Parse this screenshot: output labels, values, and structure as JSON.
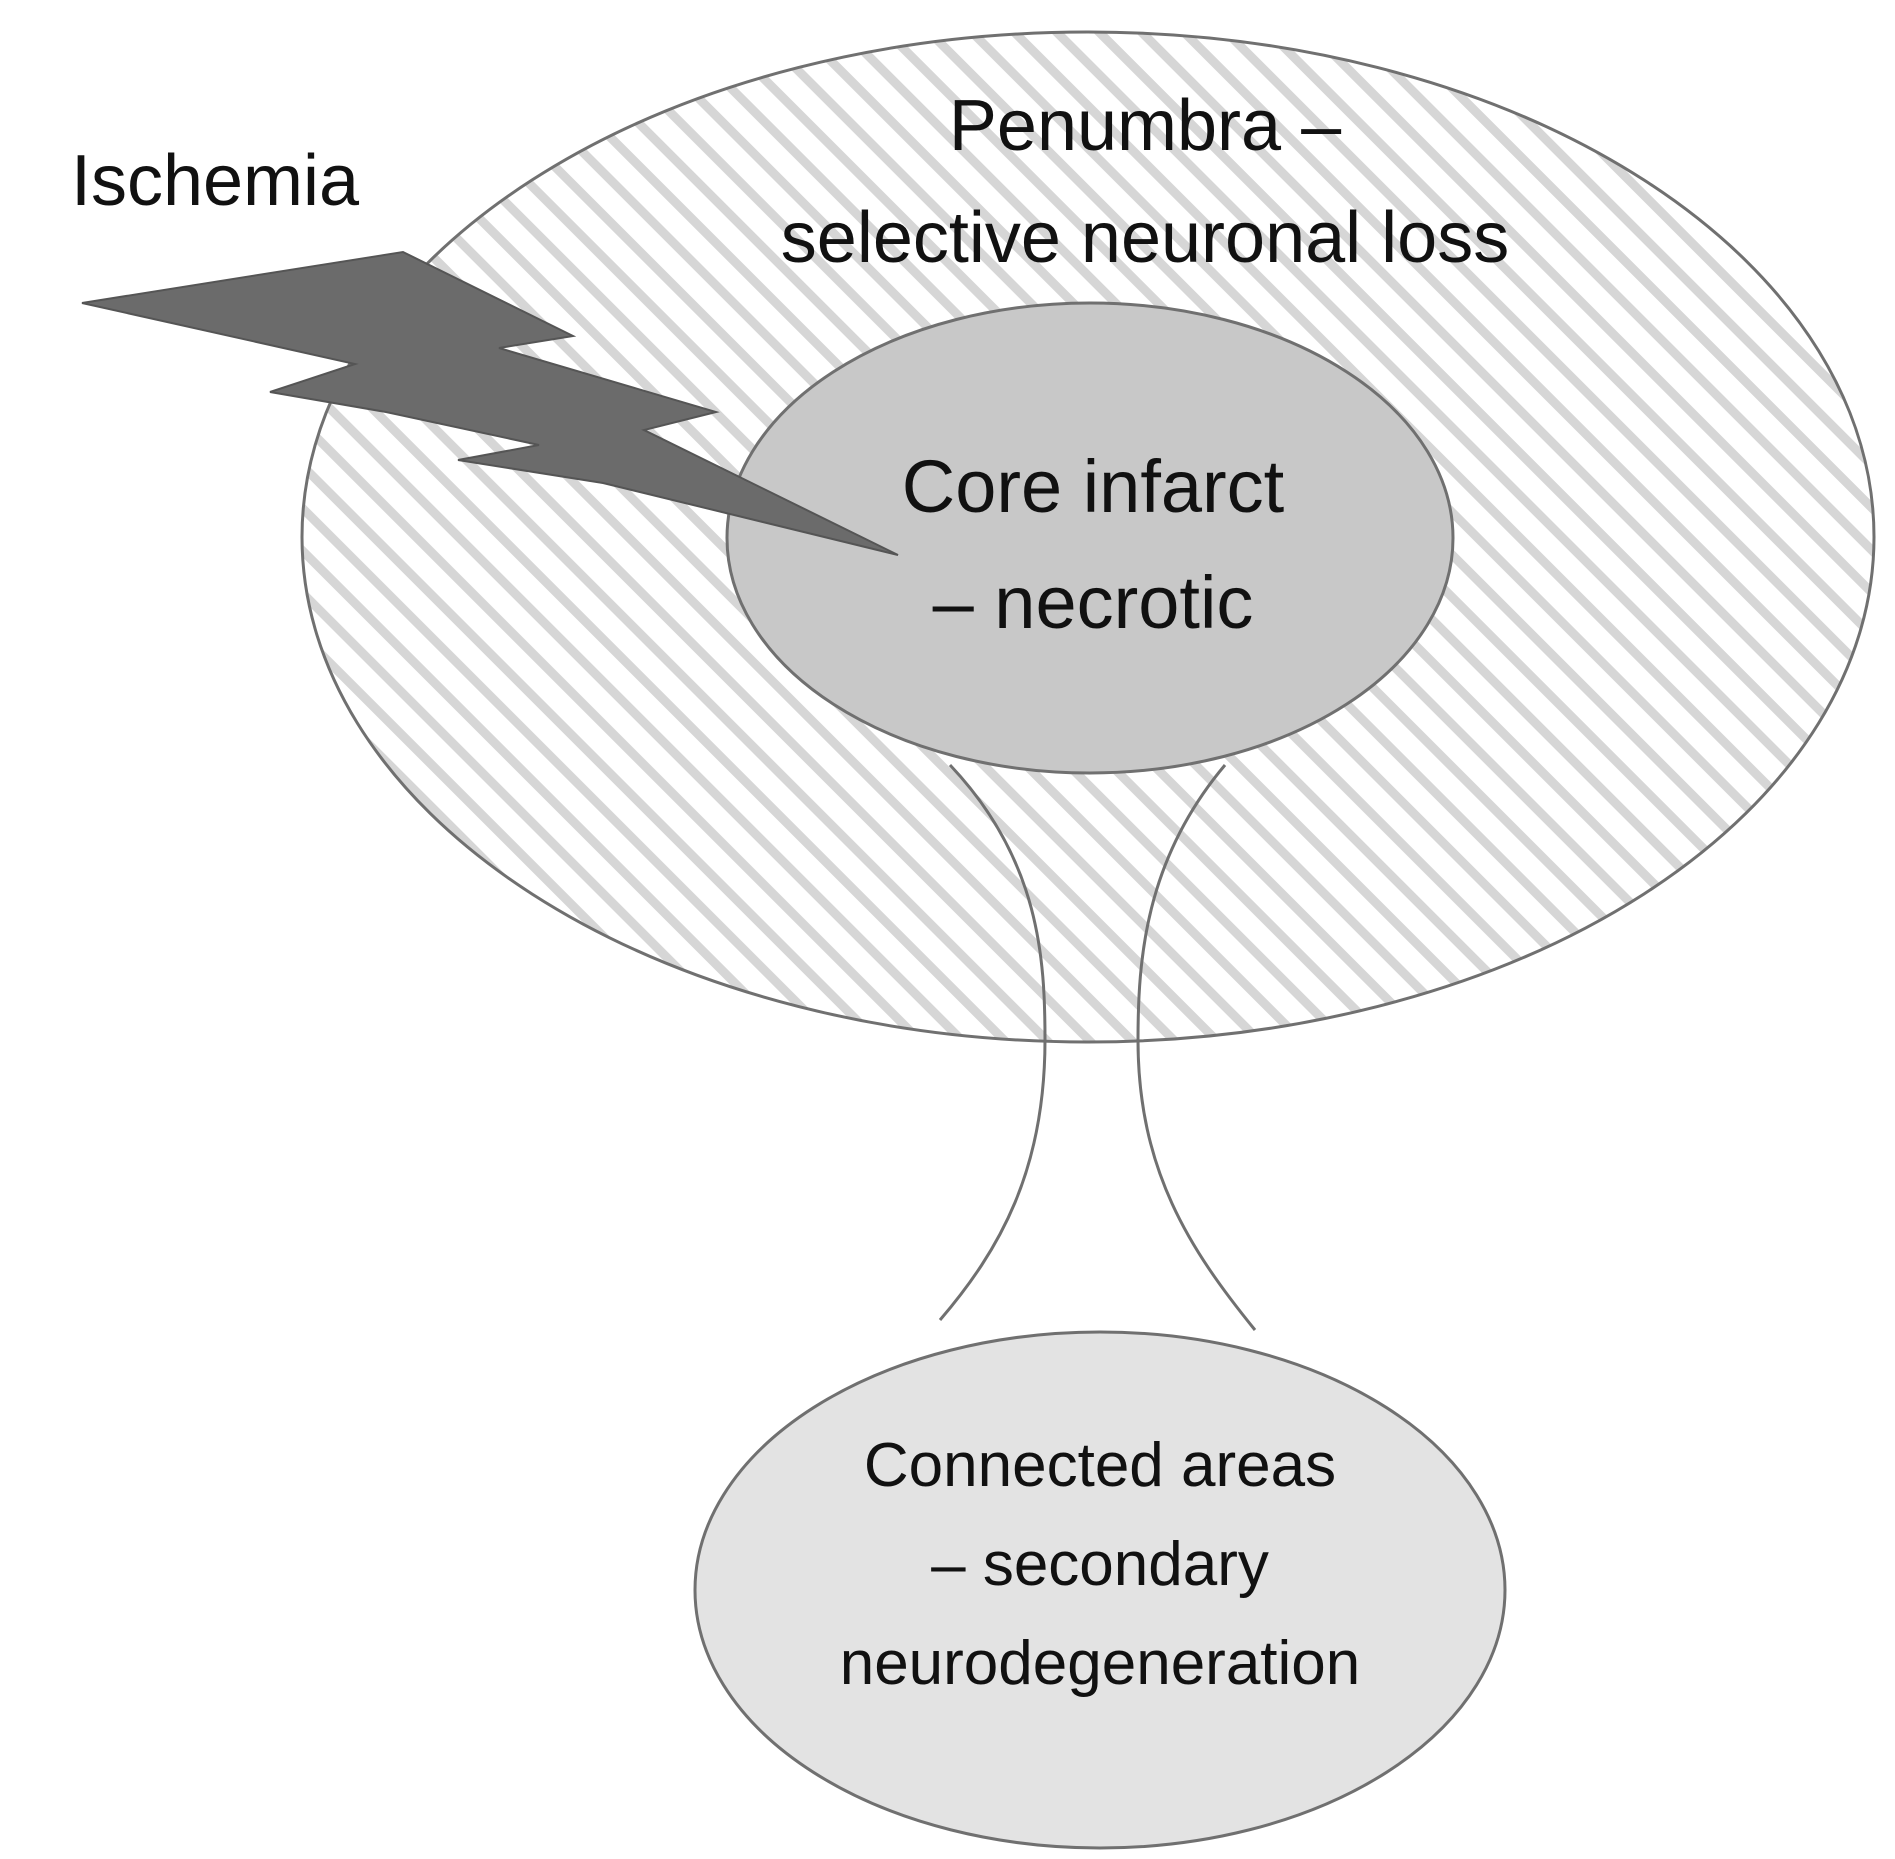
{
  "labels": {
    "ischemia": "Ischemia",
    "penumbra_line1": "Penumbra –",
    "penumbra_line2": "selective neuronal loss",
    "core_line1": "Core infarct",
    "core_line2": "– necrotic",
    "connected_line1": "Connected areas",
    "connected_line2": "– secondary",
    "connected_line3": "neurodegeneration"
  },
  "colors": {
    "penumbra_fill": "#ffffff",
    "penumbra_hatch": "#d6d6d6",
    "core_fill": "#c8c8c8",
    "connected_fill": "#e3e3e3",
    "bolt_fill": "#6b6b6b",
    "outline": "#707070"
  }
}
